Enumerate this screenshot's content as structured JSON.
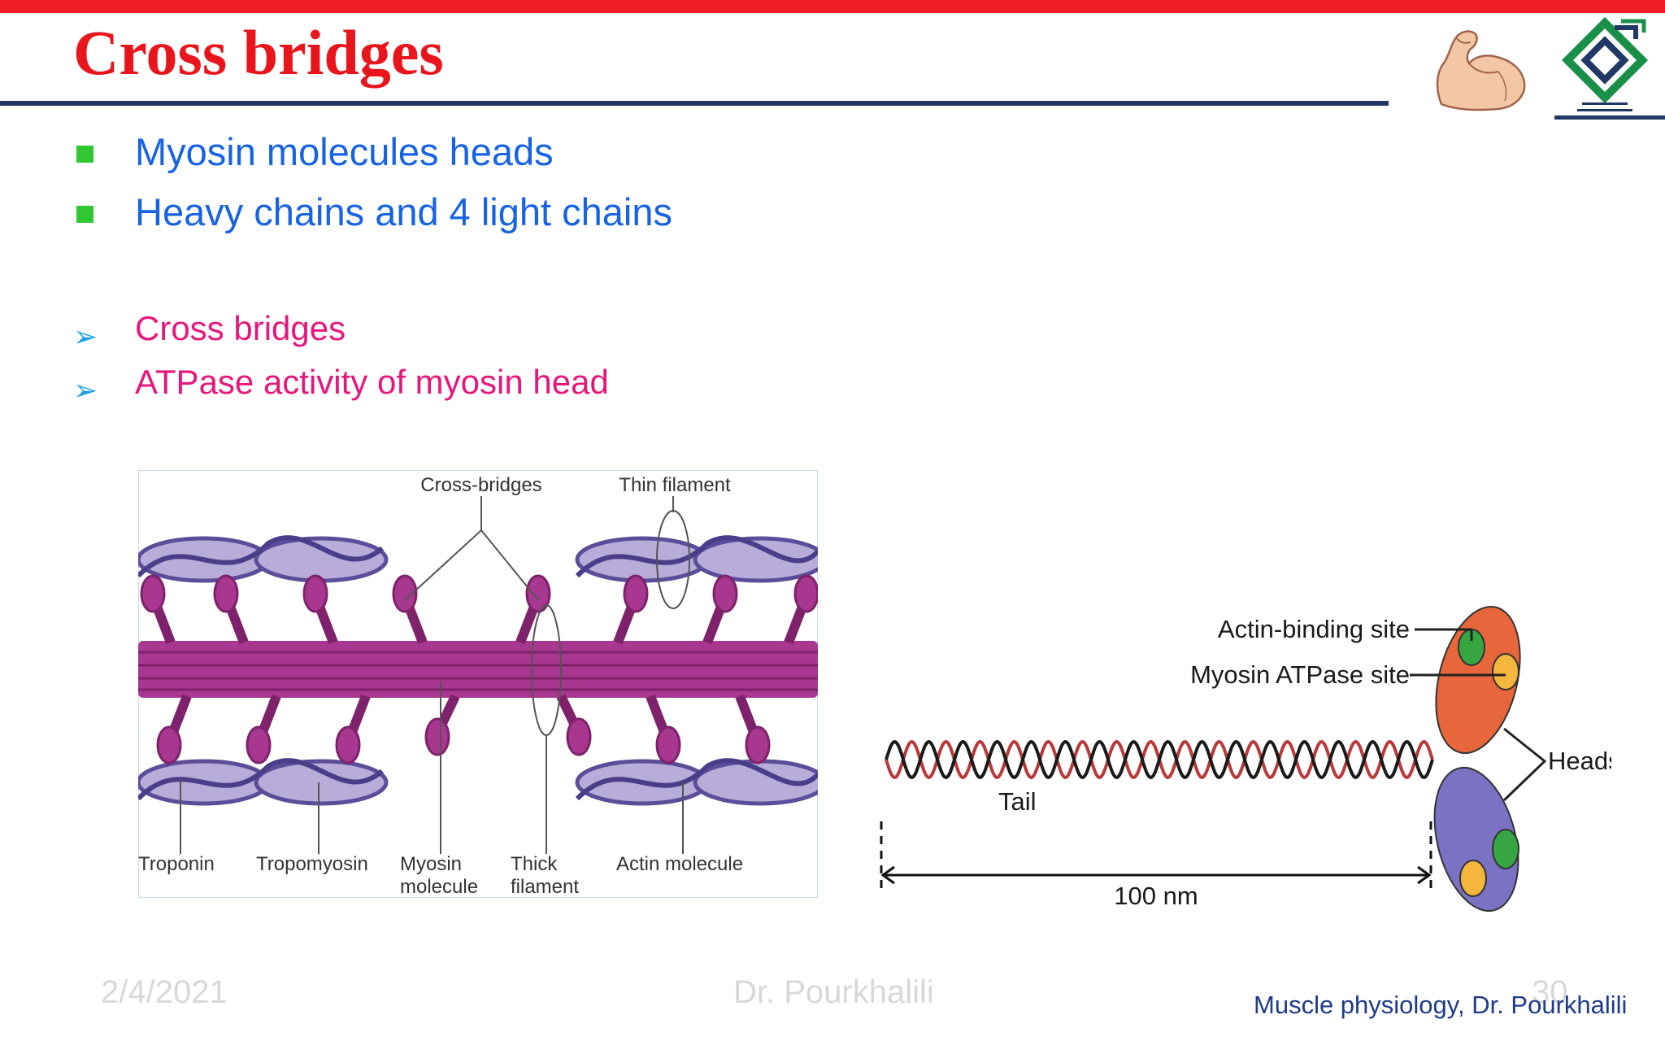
{
  "slide": {
    "title": "Cross bridges",
    "bullets": [
      {
        "text": "Myosin molecules heads"
      },
      {
        "text": "Heavy chains and 4 light chains"
      }
    ],
    "sub_bullets": [
      {
        "text": "Cross bridges"
      },
      {
        "text": "ATPase activity of myosin head"
      }
    ],
    "colors": {
      "title": "#e8161c",
      "top_bar": "#ee1c24",
      "bullet_text": "#1763e3",
      "bullet_marker": "#32c832",
      "sub_bullet_text": "#e6177c",
      "sub_bullet_marker": "#1aa0e6",
      "rule": "#1f3864"
    }
  },
  "figure_filament": {
    "labels": {
      "cross_bridges": "Cross-bridges",
      "thin_filament": "Thin filament",
      "troponin": "Troponin",
      "tropomyosin": "Tropomyosin",
      "myosin_line1": "Myosin",
      "myosin_line2": "molecule",
      "thick_line1": "Thick",
      "thick_line2": "filament",
      "actin_molecule": "Actin molecule"
    }
  },
  "figure_myosin": {
    "labels": {
      "actin_binding_site": "Actin-binding site",
      "myosin_atpase_site": "Myosin ATPase site",
      "heads": "Heads",
      "tail": "Tail",
      "length": "100 nm"
    }
  },
  "footer": {
    "date": "2/4/2021",
    "author": "Dr. Pourkhalili",
    "page": "30",
    "course": "Muscle physiology, Dr. Pourkhalili"
  },
  "icons": {
    "muscle": "flexed-arm-icon",
    "logo": "university-logo-icon"
  }
}
